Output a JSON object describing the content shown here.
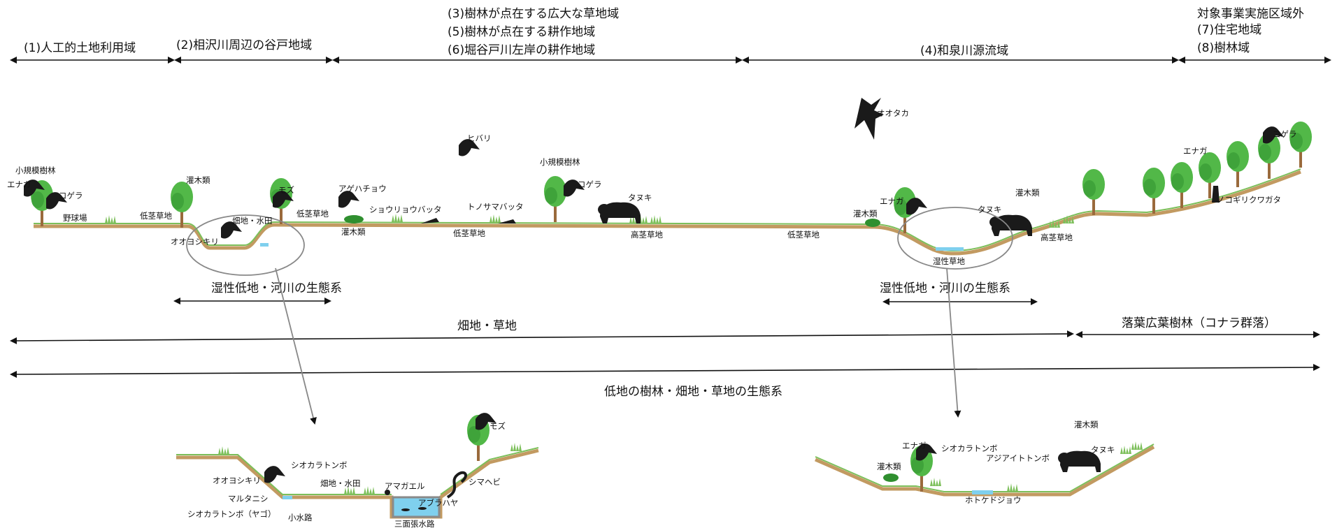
{
  "zones": {
    "z1": "(1)人工的土地利用域",
    "z2": "(2)相沢川周辺の谷戸地域",
    "z3a": "(3)樹林が点在する広大な草地域",
    "z3b": "(5)樹林が点在する耕作地域",
    "z3c": "(6)堀谷戸川左岸の耕作地域",
    "z4": "(4)和泉川源流域",
    "outA": "対象事業実施区域外",
    "outB": "(7)住宅地域",
    "outC": "(8)樹林域"
  },
  "ecosystems": {
    "wet_left": "湿性低地・河川の生態系",
    "wet_right": "湿性低地・河川の生態系",
    "field": "畑地・草地",
    "forest": "落葉広葉樹林（コナラ群落）",
    "lowland": "低地の樹林・畑地・草地の生態系"
  },
  "main_labels": {
    "small_forest_1": "小規模樹林",
    "enaga_1": "エナガ",
    "kogera_1": "コゲラ",
    "baseball": "野球場",
    "shrub_1": "灌木類",
    "low_grass_1": "低茎草地",
    "field_paddy_1": "畑地・水田",
    "mozu_1": "モズ",
    "low_grass_2": "低茎草地",
    "ooyoshikiri_1": "オオヨシキリ",
    "agehacho": "アゲハチョウ",
    "shouryou": "ショウリョウバッタ",
    "shrub_2": "灌木類",
    "low_grass_3": "低茎草地",
    "tonosama": "トノサマバッタ",
    "hibari": "ヒバリ",
    "small_forest_2": "小規模樹林",
    "kogera_2": "コゲラ",
    "tanuki_1": "タヌキ",
    "high_grass_1": "高茎草地",
    "low_grass_4": "低茎草地",
    "ootaka": "オオタカ",
    "enaga_2": "エナガ",
    "shrub_3": "灌木類",
    "tanuki_2": "タヌキ",
    "shrub_4": "灌木類",
    "wet_grass": "湿性草地",
    "high_grass_2": "高茎草地",
    "enaga_3": "エナガ",
    "kogera_3": "コゲラ",
    "nokogiri": "ノコギリクワガタ"
  },
  "detail_left": {
    "shiokara_1": "シオカラトンボ",
    "field_paddy": "畑地・水田",
    "amagaeru": "アマガエル",
    "mozu": "モズ",
    "shimahebi": "シマヘビ",
    "ooyoshikiri": "オオヨシキリ",
    "marutanishi": "マルタニシ",
    "shiokara_yago": "シオカラトンボ（ヤゴ）",
    "small_waterway": "小水路",
    "aburahaya": "アブラハヤ",
    "concrete_channel": "三面張水路"
  },
  "detail_right": {
    "shrub_a": "灌木類",
    "enaga": "エナガ",
    "shiokara": "シオカラトンボ",
    "ajiaito": "アジアイトトンボ",
    "tanuki": "タヌキ",
    "shrub_b": "灌木類",
    "hotokedojou": "ホトケドジョウ"
  },
  "colors": {
    "ground": "#c29a61",
    "grass": "#7cbf5a",
    "tree_light": "#52b848",
    "tree_dark": "#2f8f2f",
    "trunk": "#9a6a3c",
    "water": "#7fd0ee",
    "silhouette": "#1a1a1a"
  }
}
